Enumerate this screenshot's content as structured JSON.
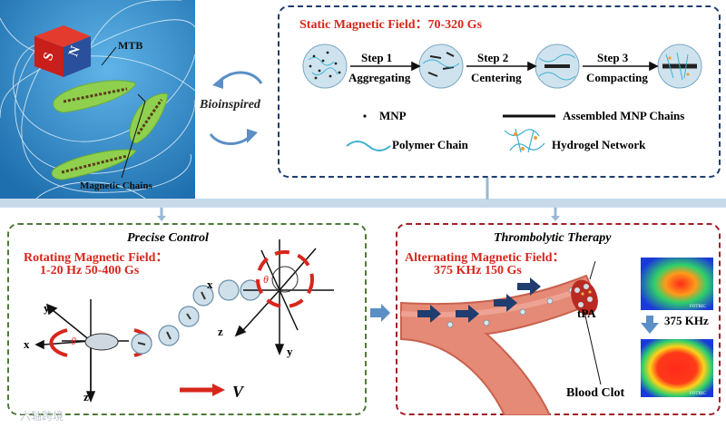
{
  "colors": {
    "red": "#d8261c",
    "navy": "#1f3d6e",
    "green": "#4e7a3a",
    "darkred": "#a01c24",
    "bar": "#c8daea"
  },
  "top_left": {
    "mtb_label": "MTB",
    "chains_label": "Magnetic Chains",
    "magnet_s": "S",
    "magnet_n": "N"
  },
  "bioinspired": "Bioinspired",
  "static_panel": {
    "title": "Static Magnetic Field：70-320 Gs",
    "steps": [
      {
        "num": "Step 1",
        "name": "Aggregating"
      },
      {
        "num": "Step 2",
        "name": "Centering"
      },
      {
        "num": "Step 3",
        "name": "Compacting"
      }
    ],
    "legend": {
      "mnp": "MNP",
      "assembled": "Assembled MNP Chains",
      "polymer": "Polymer Chain",
      "hydrogel": "Hydrogel Network"
    }
  },
  "precise": {
    "title": "Precise Control",
    "field_line1": "Rotating Magnetic Field：",
    "field_line2": "1-20 Hz 50-400 Gs",
    "axes": {
      "x": "x",
      "y": "y",
      "z": "z",
      "theta": "θ"
    },
    "velocity": "V"
  },
  "thrombo": {
    "title": "Thrombolytic Therapy",
    "field_line1": "Alternating Magnetic Field：",
    "field_line2": "375 KHz 150 Gs",
    "tpa": "tPA",
    "clot": "Blood Clot",
    "freq": "375 KHz",
    "thermal_brand": "FOTRIC"
  },
  "watermark": "六轴跨境"
}
